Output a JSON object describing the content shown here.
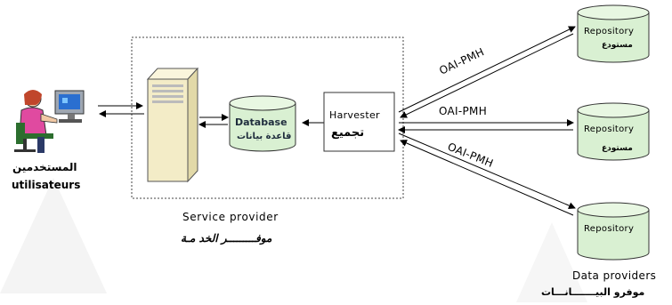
{
  "users": {
    "label_ar": "المستخدمين",
    "label_fr": "utilisateurs"
  },
  "database": {
    "label_en": "Database",
    "label_ar": "قاعدة بيانات"
  },
  "harvester": {
    "label_en": "Harvester",
    "label_ar": "تجميع"
  },
  "service_provider": {
    "label_en": "Service provider",
    "label_ar": "موفـــــــــر الخد مـة"
  },
  "data_providers": {
    "label_en": "Data providers",
    "label_ar": "موفرو البيـــــــانـــات"
  },
  "repositories": [
    {
      "label": "Repository",
      "label_ar": "مستودع"
    },
    {
      "label": "Repository",
      "label_ar": "مستودع"
    },
    {
      "label": "Repository",
      "label_ar": ""
    }
  ],
  "protocol_links": [
    {
      "label": "OAI-PMH"
    },
    {
      "label": "OAI-PMH"
    },
    {
      "label": "OAI-PMH"
    }
  ],
  "colors": {
    "cylinder_fill": "#d9f0d2",
    "cylinder_top": "#e8f7e2",
    "server_fill": "#f3ecc7",
    "accent": "#2c6e2e"
  }
}
